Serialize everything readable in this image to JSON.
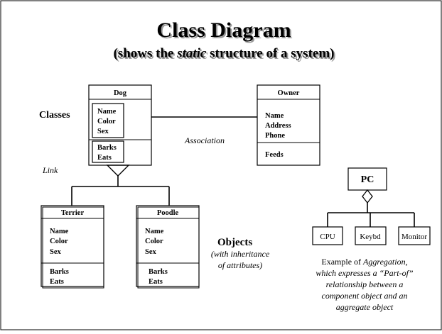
{
  "title": "Class Diagram",
  "subtitle": {
    "prefix": "(shows the ",
    "emph": "static",
    "suffix": " structure of a system)"
  },
  "labels": {
    "classes": "Classes",
    "link": "Link",
    "association": "Association",
    "objects": "Objects",
    "objects_note_line1": "(with inheritance",
    "objects_note_line2": "of attributes)"
  },
  "classes": {
    "dog": {
      "name": "Dog",
      "attributes": [
        "Name",
        "Color",
        "Sex"
      ],
      "operations": [
        "Barks",
        "Eats"
      ]
    },
    "owner": {
      "name": "Owner",
      "attributes": [
        "Name",
        "Address",
        "Phone"
      ],
      "operations": [
        "Feeds"
      ]
    },
    "terrier": {
      "name": "Terrier",
      "attributes": [
        "Name",
        "Color",
        "Sex"
      ],
      "operations": [
        "Barks",
        "Eats"
      ]
    },
    "poodle": {
      "name": "Poodle",
      "attributes": [
        "Name",
        "Color",
        "Sex"
      ],
      "operations": [
        "Barks",
        "Eats"
      ]
    }
  },
  "aggregation": {
    "whole": "PC",
    "parts": [
      "CPU",
      "Keybd",
      "Monitor"
    ],
    "caption": {
      "line1_prefix": "Example of ",
      "line1_emph": "Aggregation,",
      "line2": "which expresses a “Part-of”",
      "line3": "relationship between a",
      "line4": "component object and an",
      "line5": "aggregate object"
    }
  }
}
